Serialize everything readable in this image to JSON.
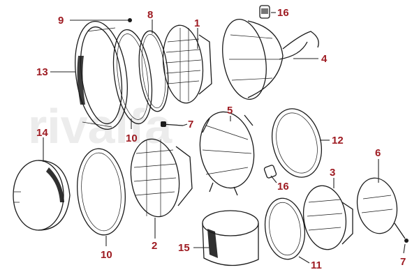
{
  "watermark": {
    "text": "rivalfa",
    "color": "#ececec"
  },
  "label_color": "#9e1b22",
  "parts": [
    {
      "id": "p9",
      "number": "9"
    },
    {
      "id": "p8",
      "number": "8"
    },
    {
      "id": "p1",
      "number": "1"
    },
    {
      "id": "p16a",
      "number": "16"
    },
    {
      "id": "p4",
      "number": "4"
    },
    {
      "id": "p13",
      "number": "13"
    },
    {
      "id": "p5",
      "number": "5"
    },
    {
      "id": "p7a",
      "number": "7"
    },
    {
      "id": "p10a",
      "number": "10"
    },
    {
      "id": "p12",
      "number": "12"
    },
    {
      "id": "p14",
      "number": "14"
    },
    {
      "id": "p6",
      "number": "6"
    },
    {
      "id": "p3",
      "number": "3"
    },
    {
      "id": "p16b",
      "number": "16"
    },
    {
      "id": "p2",
      "number": "2"
    },
    {
      "id": "p10b",
      "number": "10"
    },
    {
      "id": "p15",
      "number": "15"
    },
    {
      "id": "p7b",
      "number": "7"
    },
    {
      "id": "p11",
      "number": "11"
    }
  ]
}
